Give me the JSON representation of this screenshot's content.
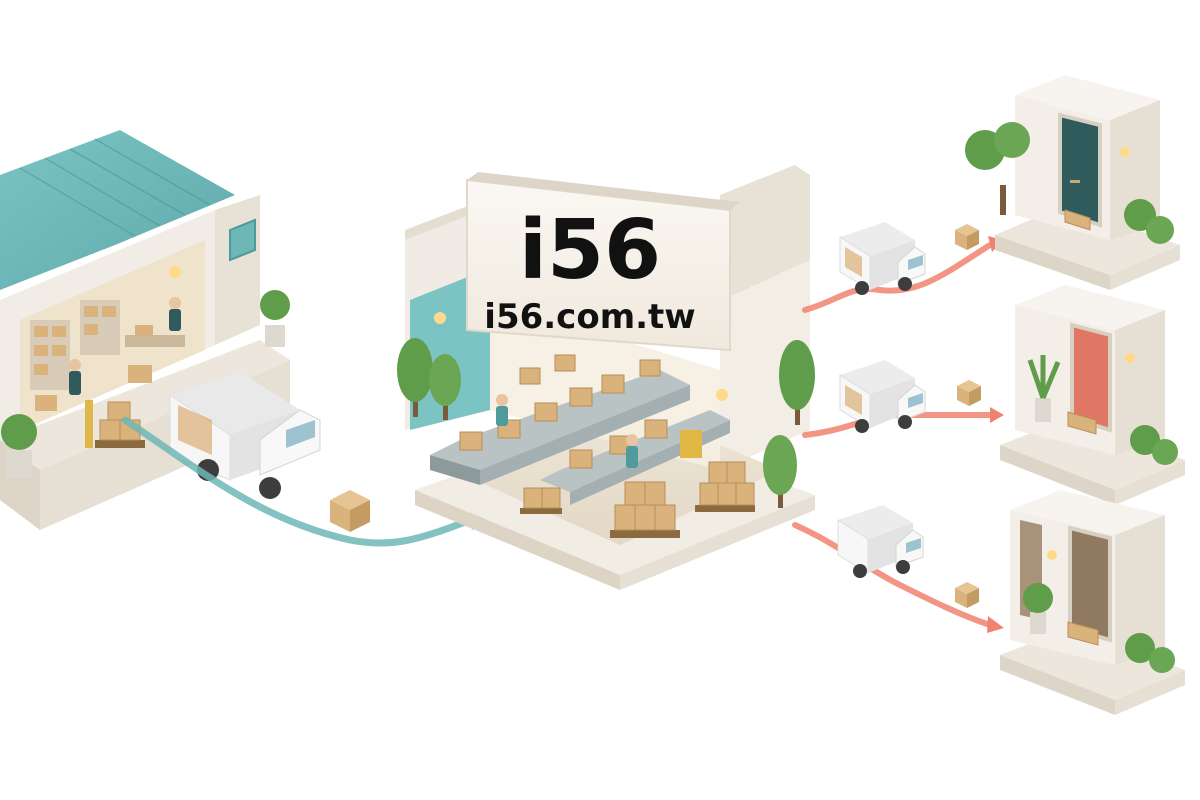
{
  "hub": {
    "brand": "i56",
    "url": "i56.com.tw"
  },
  "palette": {
    "teal": "#6fb6b6",
    "teal_dark": "#4f9a9b",
    "coral": "#f0836f",
    "cream": "#f2ede4",
    "box": "#d9b27c",
    "box_dark": "#b88e58",
    "truck": "#f4f4f4",
    "plant": "#5f9d4a",
    "door_teal": "#2f5b5d",
    "door_coral": "#e07664",
    "door_brown": "#8f7a61"
  },
  "icons": {
    "supplier": "warehouse-icon",
    "hub": "fulfillment-center-icon",
    "vehicle": "delivery-truck-icon",
    "parcel": "parcel-box-icon",
    "destination": "house-entrance-icon"
  },
  "flow": {
    "inbound_color": "teal",
    "outbound_color": "coral",
    "outbound_count": 3
  },
  "destinations": [
    {
      "door_color": "door_teal"
    },
    {
      "door_color": "door_coral"
    },
    {
      "door_color": "door_brown"
    }
  ]
}
